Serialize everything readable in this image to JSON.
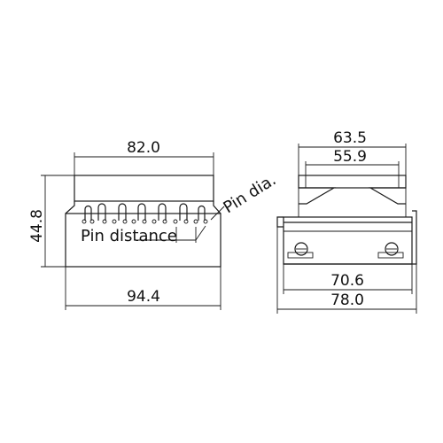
{
  "front_view": {
    "top_width": "82.0",
    "height": "44.8",
    "bottom_width": "94.4",
    "pin_dia_label": "Pin dia.",
    "pin_distance_label": "Pin distance"
  },
  "side_view": {
    "outer_top_width": "63.5",
    "inner_top_width": "55.9",
    "inner_bottom_width": "70.6",
    "outer_bottom_width": "78.0"
  },
  "colors": {
    "line": "#1a1a1a",
    "text": "#111111",
    "background": "#ffffff"
  }
}
